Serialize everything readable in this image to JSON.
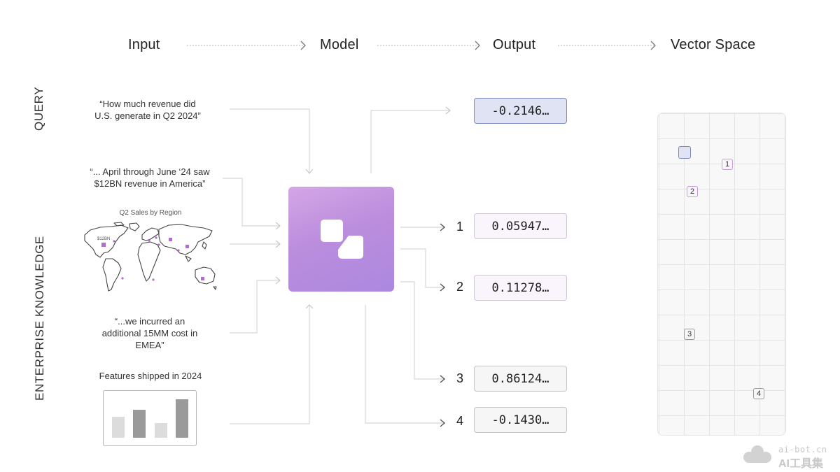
{
  "headers": {
    "input": "Input",
    "model": "Model",
    "output": "Output",
    "vector_space": "Vector Space"
  },
  "side_labels": {
    "query": "QUERY",
    "enterprise": "ENTERPRISE KNOWLEDGE"
  },
  "inputs": {
    "query_line1": "“How much revenue did",
    "query_line2": "U.S. generate in Q2 2024”",
    "doc1_line1": "“... April through June ‘24 saw",
    "doc1_line2": "$12BN revenue in America”",
    "map_title": "Q2 Sales by Region",
    "map_label": "$12BN",
    "doc3_line1": "“...we incurred an",
    "doc3_line2": "additional 15MM cost in",
    "doc3_line3": "EMEA”",
    "features_title": "Features shipped in 2024"
  },
  "outputs": {
    "query_value": "-0.2146…",
    "items": [
      {
        "num": "1",
        "value": "0.05947…"
      },
      {
        "num": "2",
        "value": "0.11278…"
      },
      {
        "num": "3",
        "value": "0.86124…"
      },
      {
        "num": "4",
        "value": "-0.1430…"
      }
    ]
  },
  "vector_points": [
    "1",
    "2",
    "3",
    "4"
  ],
  "watermark": {
    "site": "ai-bot.cn",
    "brand": "AI工具集"
  },
  "colors": {
    "model_gradient": [
      "#d4a6e6",
      "#ac88df"
    ],
    "query_accent": "#7f8bc0",
    "knowledge_accent": "#c89ad9",
    "neutral_accent": "#9b9b9b",
    "map_marker": "#b46ad0"
  },
  "icons": {
    "model": "model-logo-icon",
    "arrow": "chevron-right-icon",
    "chart": "bar-chart-icon",
    "map": "world-map-icon"
  }
}
